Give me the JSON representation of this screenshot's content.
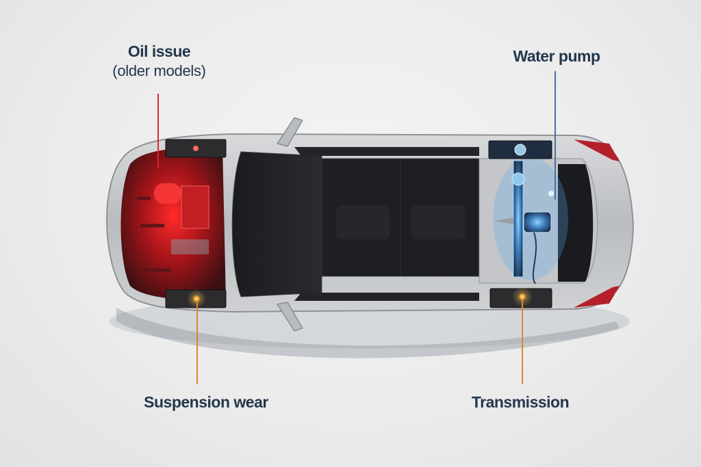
{
  "diagram": {
    "subject": "Sedan top-down cutaway showing common problem areas",
    "callouts": [
      {
        "id": "oil",
        "title": "Oil issue",
        "subtitle": "(older models)",
        "color": "#d8282e",
        "location": "engine bay (front)"
      },
      {
        "id": "water",
        "title": "Water pump",
        "subtitle": "",
        "color": "#4a6fa0",
        "location": "rear axle assembly"
      },
      {
        "id": "suspension",
        "title": "Suspension wear",
        "subtitle": "",
        "color": "#d98a2a",
        "location": "front wheel"
      },
      {
        "id": "transmission",
        "title": "Transmission",
        "subtitle": "",
        "color": "#d98a2a",
        "location": "rear wheel"
      }
    ]
  }
}
